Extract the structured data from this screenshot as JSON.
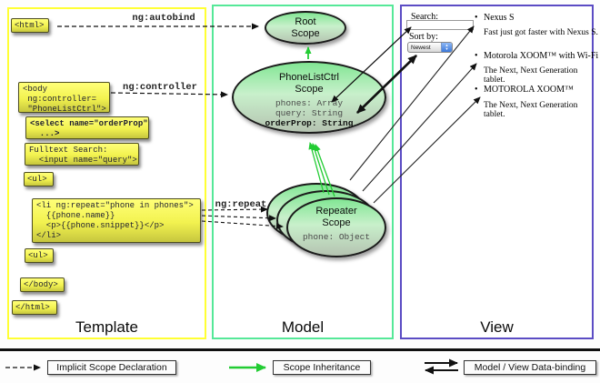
{
  "panels": {
    "template": {
      "label": "Template"
    },
    "model": {
      "label": "Model"
    },
    "view": {
      "label": "View"
    }
  },
  "template_code": {
    "html_open": "<html>",
    "body_open": [
      "<body",
      " ng:controller=",
      " \"PhoneListCtrl\">"
    ],
    "select": [
      "<select name=\"orderProp\"",
      "  ...>"
    ],
    "fulltext": [
      "Fulltext Search:",
      "  <input name=\"query\">"
    ],
    "ul_open": "<ul>",
    "li_repeat": [
      "<li ng:repeat=\"phone in phones\">",
      "  {{phone.name}}",
      "  <p>{{phone.snippet}}</p>",
      "</li>"
    ],
    "ul_close": "<ul>",
    "body_close": "</body>",
    "html_close": "</html>"
  },
  "arrow_labels": {
    "autobind": "ng:autobind",
    "controller": "ng:controller",
    "repeat": "ng:repeat"
  },
  "scopes": {
    "root": {
      "line1": "Root",
      "line2": "Scope"
    },
    "phone_list": {
      "line1": "PhoneListCtrl",
      "line2": "Scope",
      "props": [
        "phones: Array",
        "query: String",
        "orderProp: String"
      ]
    },
    "repeater": {
      "line1": "Repeater",
      "line2": "Scope",
      "prop": "phone: Object"
    }
  },
  "view_panel": {
    "search_label": "Search:",
    "search_value": "",
    "sort_label": "Sort by:",
    "sort_value": "Newest",
    "items": [
      {
        "title": "Nexus S",
        "desc": "Fast just got faster with Nexus S."
      },
      {
        "title": "Motorola XOOM™ with Wi-Fi",
        "desc": "The Next, Next Generation tablet."
      },
      {
        "title": "MOTOROLA XOOM™",
        "desc": "The Next, Next Generation tablet."
      }
    ],
    "bullet": "•"
  },
  "legend": {
    "implicit": "Implicit Scope Declaration",
    "inheritance": "Scope Inheritance",
    "binding": "Model / View Data-binding"
  },
  "colors": {
    "template_border": "#ffff33",
    "model_border": "#55e898",
    "view_border": "#5b4cc4",
    "note_top": "#ffff78",
    "note_bottom": "#c6c63e",
    "scope_top": "#82e694",
    "scope_bottom": "#b5c3b1",
    "arrow_black": "#111111",
    "arrow_green": "#22cc33"
  }
}
